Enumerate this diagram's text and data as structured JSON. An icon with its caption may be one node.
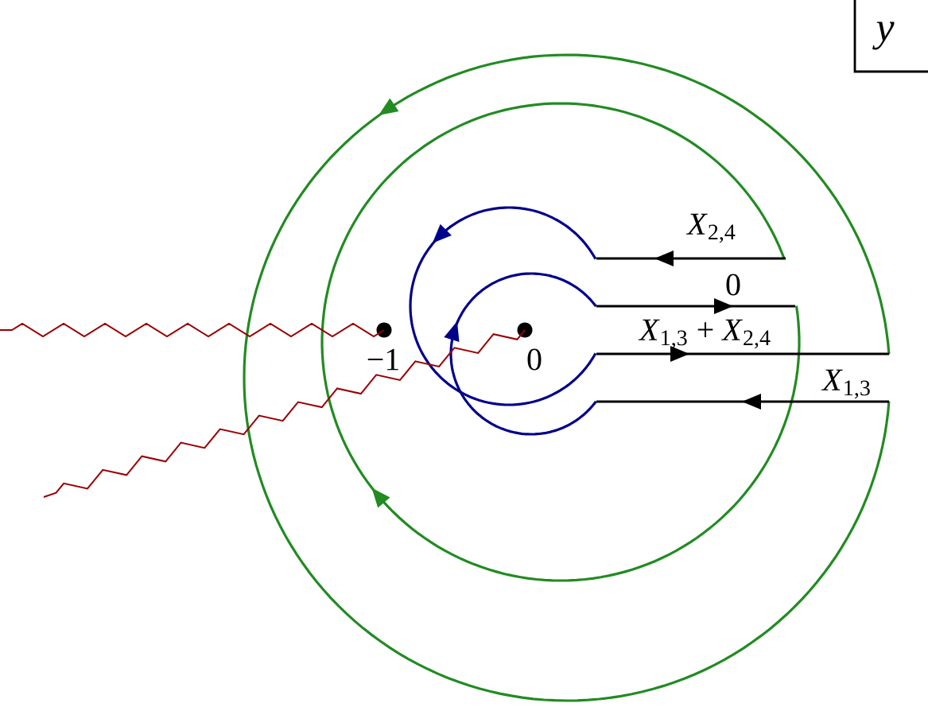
{
  "diagram": {
    "nodes": [
      {
        "text": [],
        "shape": "circle",
        "beside": [
          "−1"
        ]
      },
      {
        "text": [],
        "shape": "circle",
        "beside": [
          "0"
        ]
      }
    ],
    "edges": [
      {
        "from": 0,
        "to": null,
        "arrow": "none"
      },
      {
        "from": 1,
        "to": null,
        "arrow": "none"
      }
    ],
    "labels": [
      "y",
      "*X*$_{2,4}$",
      "0",
      "*X*$_{1,3}$ + *X*$_{2,4}$",
      "*X*$_{1,3}$"
    ]
  }
}
